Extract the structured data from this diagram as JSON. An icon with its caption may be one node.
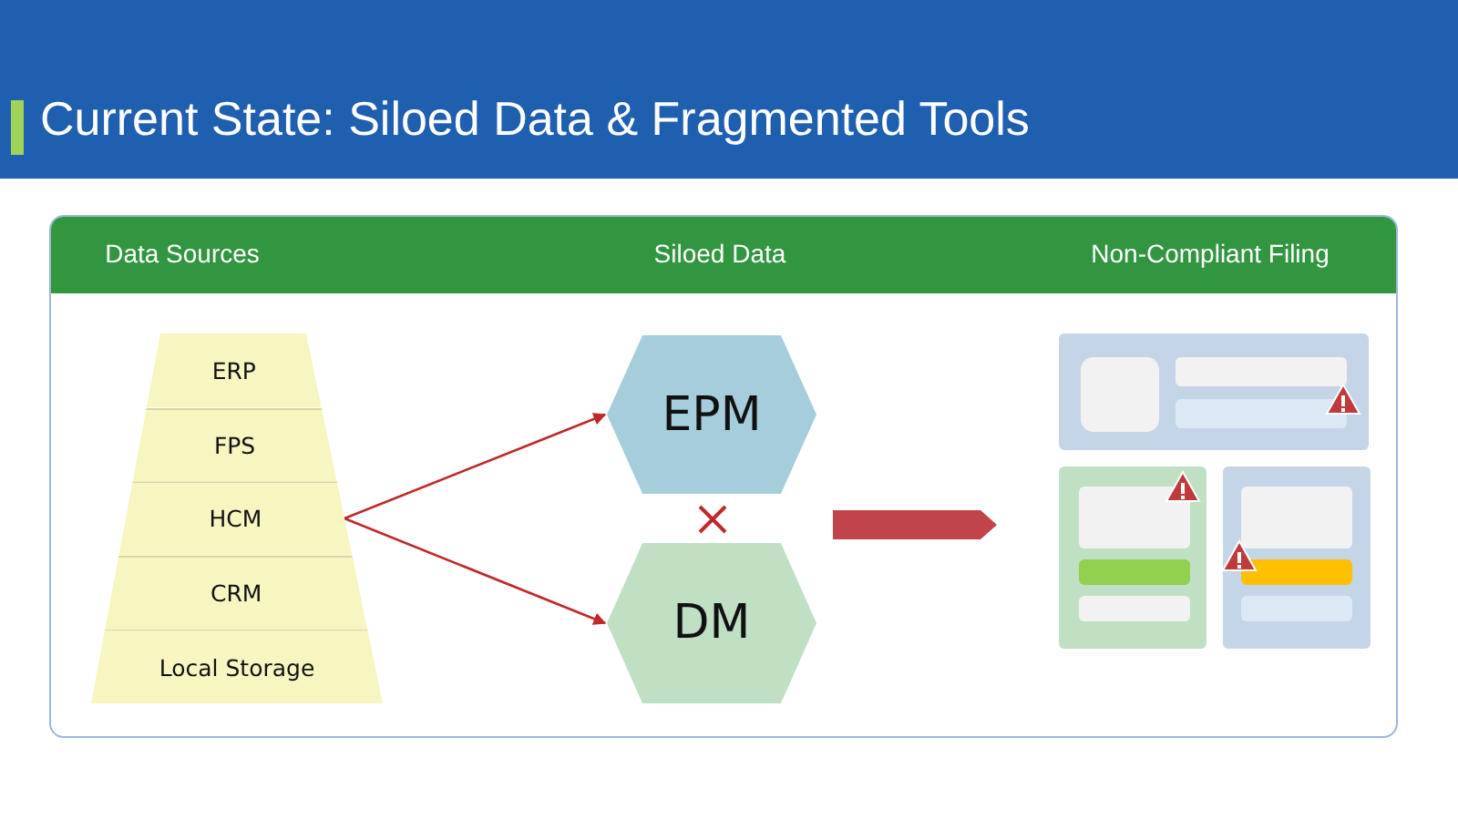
{
  "diagram": {
    "title": "Current State: Siloed Data & Fragmented Tools",
    "nodes": [
      {
        "text": [
          "ERP"
        ]
      },
      {
        "text": [
          "FPS"
        ]
      },
      {
        "text": [
          "HCM"
        ]
      },
      {
        "text": [
          "CRM"
        ]
      },
      {
        "text": [
          "Local Storage"
        ]
      },
      {
        "text": [
          "EPM"
        ]
      },
      {
        "text": [
          "DM"
        ]
      },
      {
        "text": [],
        "shape": "picture"
      }
    ],
    "edges": [
      {
        "from": 2,
        "to": 5,
        "arrow": "to",
        "color": "#c0282c"
      },
      {
        "from": 2,
        "to": 6,
        "arrow": "to",
        "color": "#c0282c"
      },
      {
        "from": null,
        "to": 7,
        "arrow": "to",
        "style": "thick",
        "color": "#c0444a"
      }
    ],
    "labels": [
      "Data Sources",
      "Siloed Data",
      "Non-Compliant Filing"
    ]
  }
}
